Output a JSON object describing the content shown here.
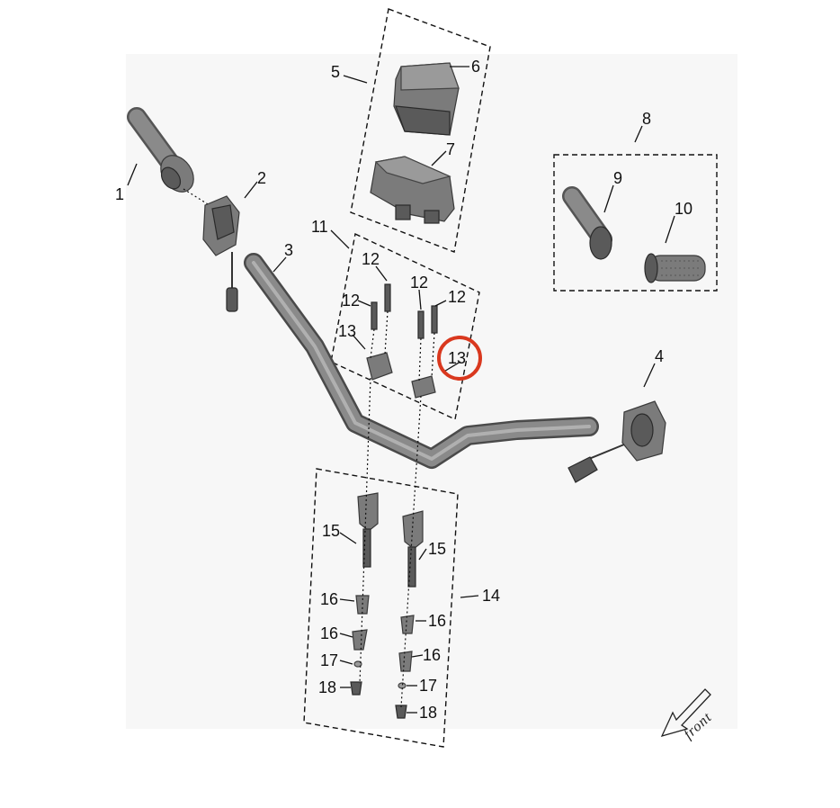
{
  "diagram": {
    "callouts": {
      "c1": "1",
      "c2": "2",
      "c3": "3",
      "c4": "4",
      "c5": "5",
      "c6": "6",
      "c7": "7",
      "c8": "8",
      "c9": "9",
      "c10": "10",
      "c11": "11",
      "c12a": "12",
      "c12b": "12",
      "c12c": "12",
      "c12d": "12",
      "c13a": "13",
      "c13b": "13",
      "c14": "14",
      "c15a": "15",
      "c15b": "15",
      "c16a": "16",
      "c16b": "16",
      "c16c": "16",
      "c16d": "16",
      "c17a": "17",
      "c17b": "17",
      "c18a": "18",
      "c18b": "18"
    },
    "direction_label": "front",
    "highlight": {
      "target": "13",
      "color": "#d9381e"
    },
    "colors": {
      "part_fill": "#7b7b7b",
      "line": "#111111",
      "background": "#ffffff"
    }
  }
}
